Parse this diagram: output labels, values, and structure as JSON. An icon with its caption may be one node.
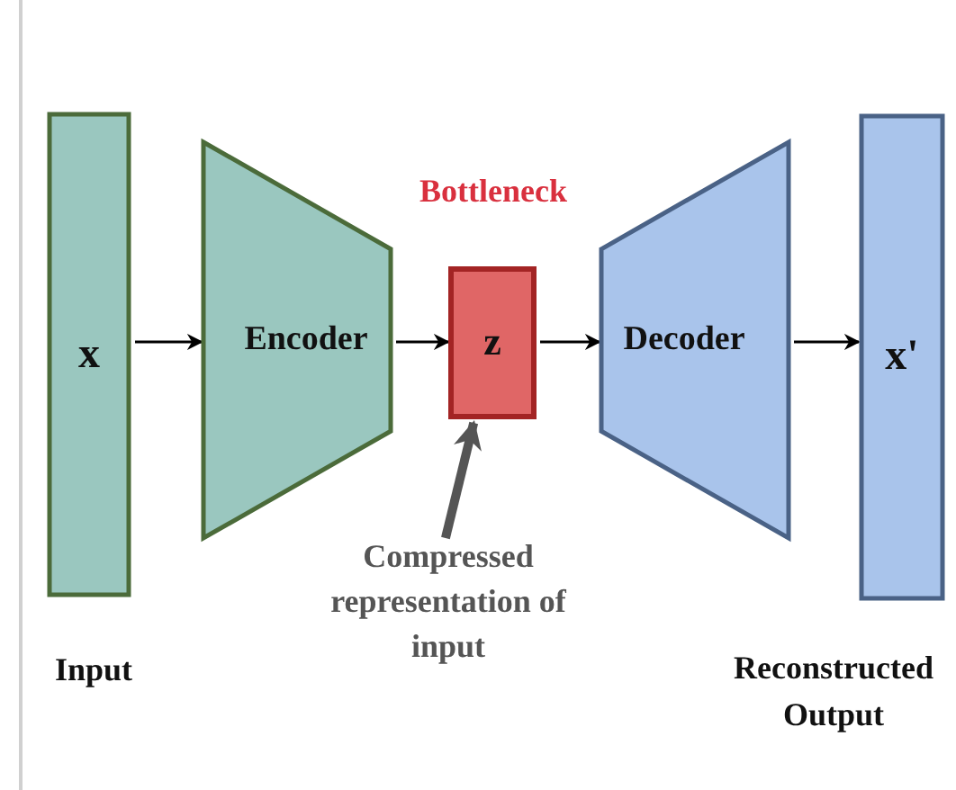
{
  "diagram": {
    "nodes": [
      {
        "text": [
          "x"
        ],
        "beside": [
          "Input"
        ]
      },
      {
        "text": [
          "Encoder"
        ]
      },
      {
        "text": [
          "z"
        ]
      },
      {
        "text": [
          "Decoder"
        ]
      },
      {
        "text": [
          "x'"
        ],
        "beside": [
          "Reconstructed Output"
        ]
      },
      {
        "text": [
          "Compressed representation of input"
        ]
      }
    ],
    "edges": [
      {
        "from": 0,
        "to": 1,
        "arrow": "to"
      },
      {
        "from": 1,
        "to": 2,
        "arrow": "to"
      },
      {
        "from": 2,
        "to": 3,
        "arrow": "to"
      },
      {
        "from": 3,
        "to": 4,
        "arrow": "to"
      },
      {
        "from": 5,
        "to": 2,
        "arrow": "to",
        "style": "thick",
        "color": "#555555"
      }
    ],
    "labels": [
      "Bottleneck"
    ]
  }
}
